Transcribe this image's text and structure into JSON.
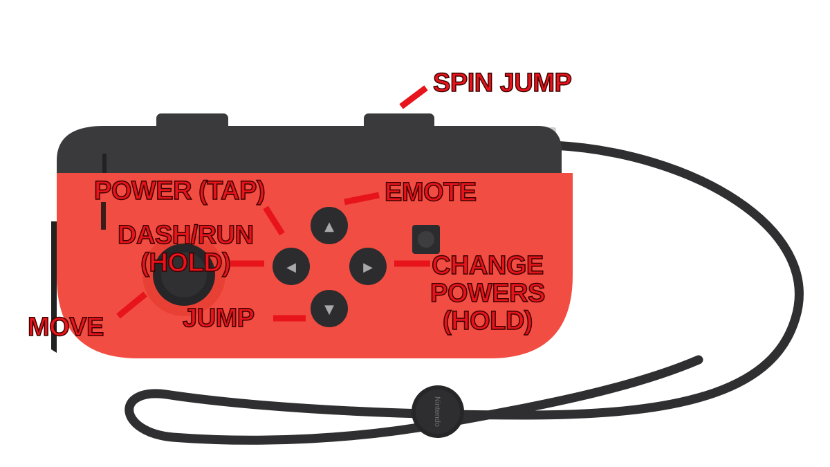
{
  "colors": {
    "controller_red": "#f24d42",
    "controller_top": "#3a3a3c",
    "button_dark": "#2c2c2e",
    "strap": "#2f2f31",
    "label_red": "#e8141b",
    "label_outline": "#3a0000"
  },
  "labels": {
    "spin_jump": "SPIN JUMP",
    "emote": "EMOTE",
    "power_tap": "POWER (TAP)",
    "dash_run_line1": "DASH/RUN",
    "dash_run_line2": "(HOLD)",
    "change_powers_line1": "CHANGE",
    "change_powers_line2": "POWERS",
    "change_powers_line3": "(HOLD)",
    "jump": "JUMP",
    "move": "MOVE"
  },
  "icons": {
    "up": "▲",
    "left": "◀",
    "right": "▶",
    "down": "▼"
  },
  "strap_logo": "Nintendo"
}
